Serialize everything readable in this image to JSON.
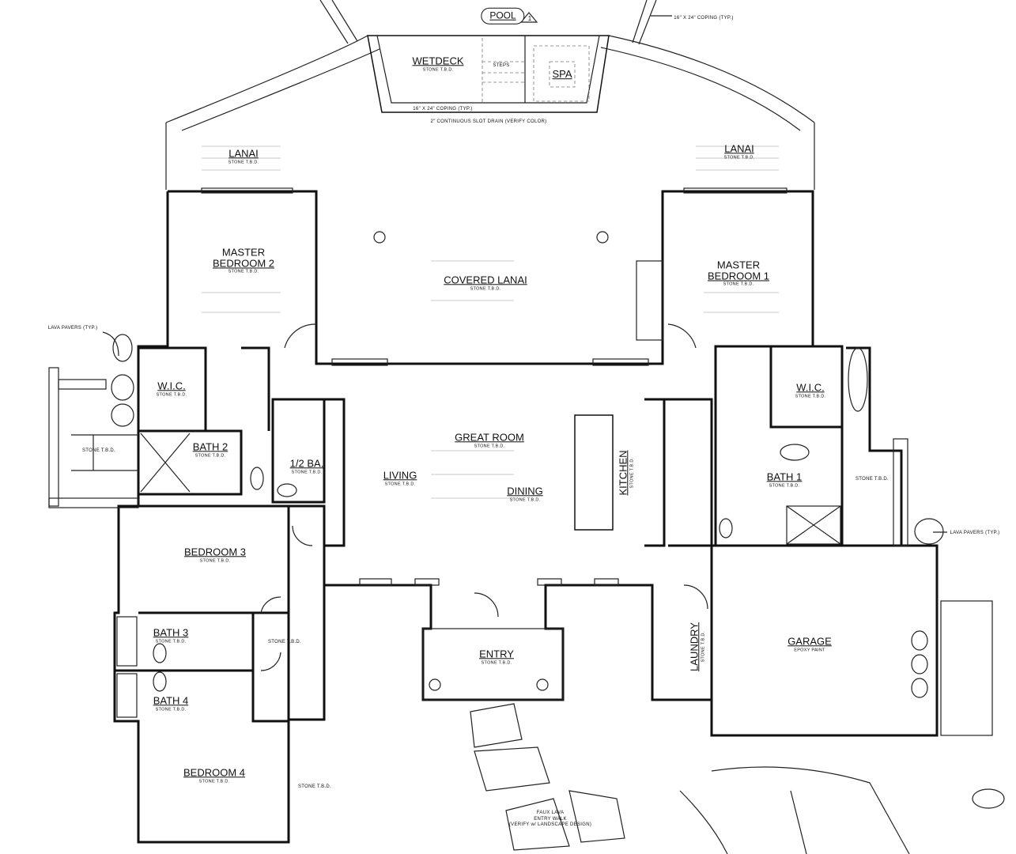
{
  "plan": {
    "pool": {
      "label": "POOL",
      "revision": "1"
    },
    "notes": {
      "coping_top": "16\" X 24\" COPING (TYP.)",
      "coping_bottom": "16\" X 24\" COPING (TYP.)",
      "slot_drain": "2\" CONTINUOUS SLOT DRAIN (VERIFY COLOR)",
      "steps": "STEPS",
      "lava_pavers_left": "LAVA PAVERS (TYP.)",
      "lava_pavers_right": "LAVA PAVERS (TYP.)",
      "entry_walk": [
        "FAUX LAVA",
        "ENTRY WALK",
        "(VERIFY w/ LANDSCAPE DESIGN)"
      ],
      "stone_hall": "STONE T.B.D.",
      "stone_patio_left": "STONE T.B.D.",
      "stone_patio_right": "STONE T.B.D.",
      "stone_side": "STONE T.B.D."
    },
    "rooms": {
      "wetdeck": {
        "name": "WETDECK",
        "finish": "STONE T.B.D."
      },
      "spa": {
        "name": "SPA"
      },
      "lanai_left": {
        "name": "LANAI",
        "finish": "STONE T.B.D."
      },
      "lanai_right": {
        "name": "LANAI",
        "finish": "STONE T.B.D."
      },
      "master_bedroom_2": {
        "name": "MASTER",
        "name2": "BEDROOM 2",
        "finish": "STONE T.B.D."
      },
      "covered_lanai": {
        "name": "COVERED LANAI",
        "finish": "STONE T.B.D."
      },
      "master_bedroom_1": {
        "name": "MASTER",
        "name2": "BEDROOM 1",
        "finish": "STONE T.B.D."
      },
      "wic_left": {
        "name": "W.I.C.",
        "finish": "STONE T.B.D."
      },
      "bath_2": {
        "name": "BATH 2",
        "finish": "STONE T.B.D."
      },
      "half_bath": {
        "name": "1/2 BA.",
        "finish": "STONE T.B.D."
      },
      "great_room": {
        "name": "GREAT ROOM",
        "finish": "STONE T.B.D."
      },
      "living": {
        "name": "LIVING",
        "finish": "STONE T.B.D."
      },
      "dining": {
        "name": "DINING",
        "finish": "STONE T.B.D."
      },
      "kitchen": {
        "name": "KITCHEN",
        "finish": "STONE T.B.D."
      },
      "wic_right": {
        "name": "W.I.C.",
        "finish": "STONE T.B.D."
      },
      "bath_1": {
        "name": "BATH 1",
        "finish": "STONE T.B.D."
      },
      "bedroom_3": {
        "name": "BEDROOM 3",
        "finish": "STONE T.B.D."
      },
      "bath_3": {
        "name": "BATH 3",
        "finish": "STONE T.B.D."
      },
      "bath_4": {
        "name": "BATH 4",
        "finish": "STONE T.B.D."
      },
      "bedroom_4": {
        "name": "BEDROOM 4",
        "finish": "STONE T.B.D."
      },
      "entry": {
        "name": "ENTRY",
        "finish": "STONE T.B.D."
      },
      "laundry": {
        "name": "LAUNDRY",
        "finish": "STONE T.B.D."
      },
      "garage": {
        "name": "GARAGE",
        "finish": "EPOXY PAINT"
      }
    }
  }
}
